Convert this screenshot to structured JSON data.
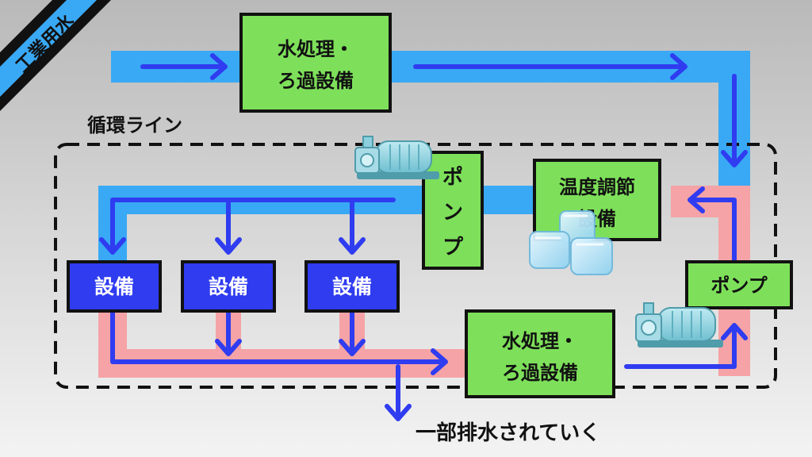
{
  "banner": {
    "label": "工業用水"
  },
  "loop_label": "循環ライン",
  "top_treatment": {
    "line1": "水処理・",
    "line2": "ろ過設備"
  },
  "bottom_treatment": {
    "line1": "水処理・",
    "line2": "ろ過設備"
  },
  "pump_vertical": {
    "chars": [
      "ポ",
      "ン",
      "プ"
    ]
  },
  "pump_right": {
    "label": "ポンプ"
  },
  "temperature_unit": {
    "line1": "温度調節",
    "line2": "設備"
  },
  "equipment": [
    {
      "label": "設備"
    },
    {
      "label": "設備"
    },
    {
      "label": "設備"
    }
  ],
  "drain_label": "一部排水されていく",
  "icons": [
    "pump-icon",
    "pump-icon",
    "ice-cubes-icon"
  ],
  "colors": {
    "green_box": "#7ee05a",
    "blue_box": "#2f3cf0",
    "supply_pipe": "#39a9f5",
    "return_pipe": "#f5a3a6",
    "arrow": "#2f3cf0",
    "banner": "#39a9f5",
    "loop_border": "#111111"
  }
}
